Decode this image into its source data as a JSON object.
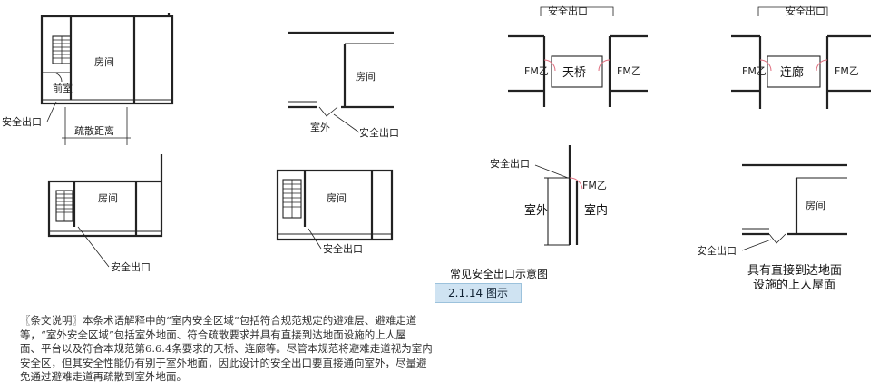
{
  "labels": {
    "exit": "安全出口",
    "room": "房间",
    "front_room": "前室",
    "evac_dist": "疏散距离",
    "outdoor": "室外",
    "indoor": "室内",
    "bridge": "天桥",
    "corridor": "连廊",
    "fm": "FM乙",
    "roof_line1": "具有直接到达地面",
    "roof_line2": "设施的上人屋面"
  },
  "caption": "常见安全出口示意图",
  "badge": "2.1.14 图示",
  "note": [
    "〖条文说明〗本条术语解释中的“室内安全区域”包括符合规范规定的避难层、避难走道",
    "等，“室外安全区域”包括室外地面、符合疏散要求并具有直接到达地面设施的上人屋",
    "面、平台以及符合本规范第6.6.4条要求的天桥、连廊等。尽管本规范将避难走道视为室内",
    "安全区，但其安全性能仍有别于室外地面，因此设计的安全出口要直接通向室外，尽量避",
    "免通过避难走道再疏散到室外地面。"
  ]
}
